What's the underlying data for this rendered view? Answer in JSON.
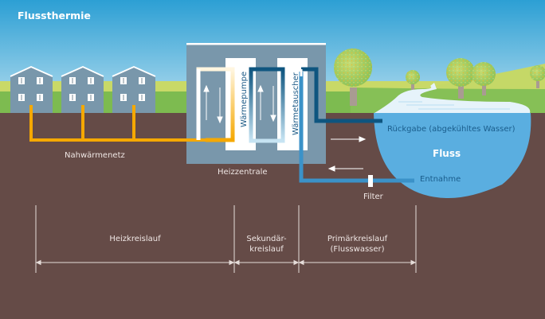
{
  "title": "Flussthermie",
  "labels": {
    "nahwaermenetz": "Nahwärmenetz",
    "heizzentrale": "Heizzentrale",
    "waermepumpe": "Wärmepumpe",
    "waermetauscher": "Wärmetauscher",
    "rueckgabe": "Rückgabe (abgekühltes Wasser)",
    "fluss": "Fluss",
    "entnahme": "Entnahme",
    "filter": "Filter"
  },
  "circuits": [
    {
      "line1": "Heizkreislauf",
      "line2": ""
    },
    {
      "line1": "Sekundär-",
      "line2": "kreislauf"
    },
    {
      "line1": "Primärkreislauf",
      "line2": "(Flusswasser)"
    }
  ],
  "colors": {
    "sky_top": "#2c9fd4",
    "sky_bottom": "#b7def0",
    "ground": "#654b47",
    "grass_light": "#c9d967",
    "grass": "#7dbb50",
    "house": "#7997ab",
    "building": "#7997ab",
    "heating_pipe": "#f5a800",
    "secondary_pipe_dark": "#0e557f",
    "primary_pipe": "#3b92c8",
    "river": "#5aaee0",
    "river_surface": "#e6f3fa",
    "label_text": "#efe6e4",
    "water_text": "#1a5d8c"
  }
}
